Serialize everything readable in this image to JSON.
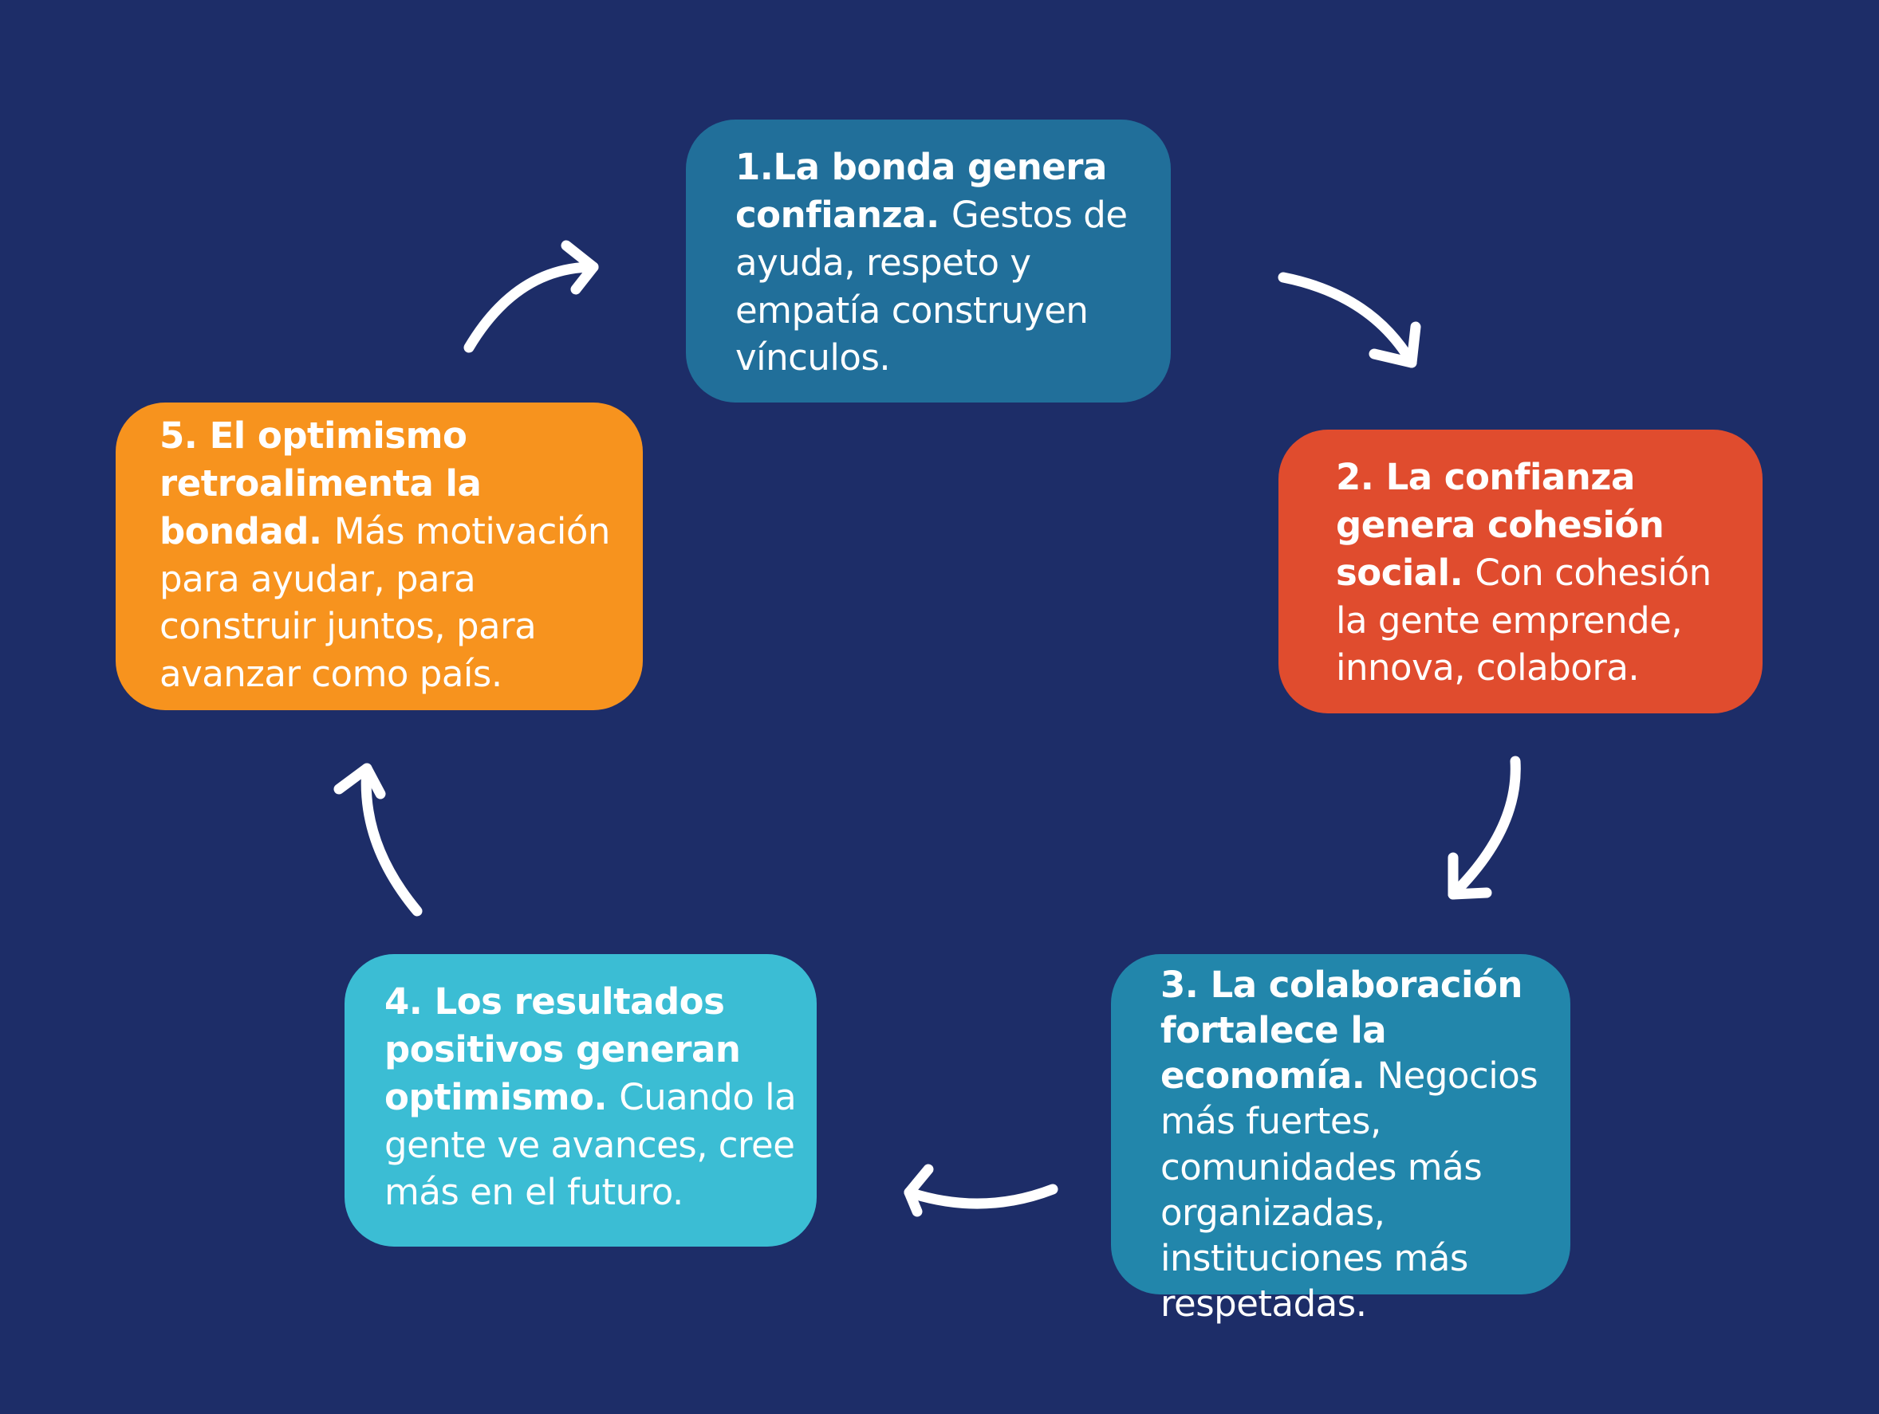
{
  "colors": {
    "background": "#1d2d68",
    "arrow": "#ffffff",
    "text": "#ffffff"
  },
  "cycle": [
    {
      "color": "#216f9a",
      "title": "1.La bonda genera confianza.",
      "body": "Gestos de ayuda, respeto y empatía construyen vínculos."
    },
    {
      "color": "#e04c2e",
      "title": "2. La confianza genera cohesión social.",
      "body": "Con cohesión la gente emprende, innova, colabora."
    },
    {
      "color": "#2286ab",
      "title": "3. La colaboración fortalece la economía.",
      "body": "Negocios más fuertes, comunidades más organizadas, instituciones más respetadas."
    },
    {
      "color": "#3bbdd4",
      "title": "4. Los resultados positivos generan optimismo.",
      "body": "Cuando la gente ve avances, cree más en el futuro."
    },
    {
      "color": "#f7931e",
      "title": "5. El optimismo retroalimenta la bondad.",
      "body": "Más motivación para ayudar, para construir juntos, para avanzar como país."
    }
  ],
  "arrows": [
    {
      "from": 1,
      "to": 2,
      "icon": "curved-arrow-icon"
    },
    {
      "from": 2,
      "to": 3,
      "icon": "curved-arrow-icon"
    },
    {
      "from": 3,
      "to": 4,
      "icon": "curved-arrow-icon"
    },
    {
      "from": 4,
      "to": 5,
      "icon": "curved-arrow-icon"
    },
    {
      "from": 5,
      "to": 1,
      "icon": "curved-arrow-icon"
    }
  ]
}
